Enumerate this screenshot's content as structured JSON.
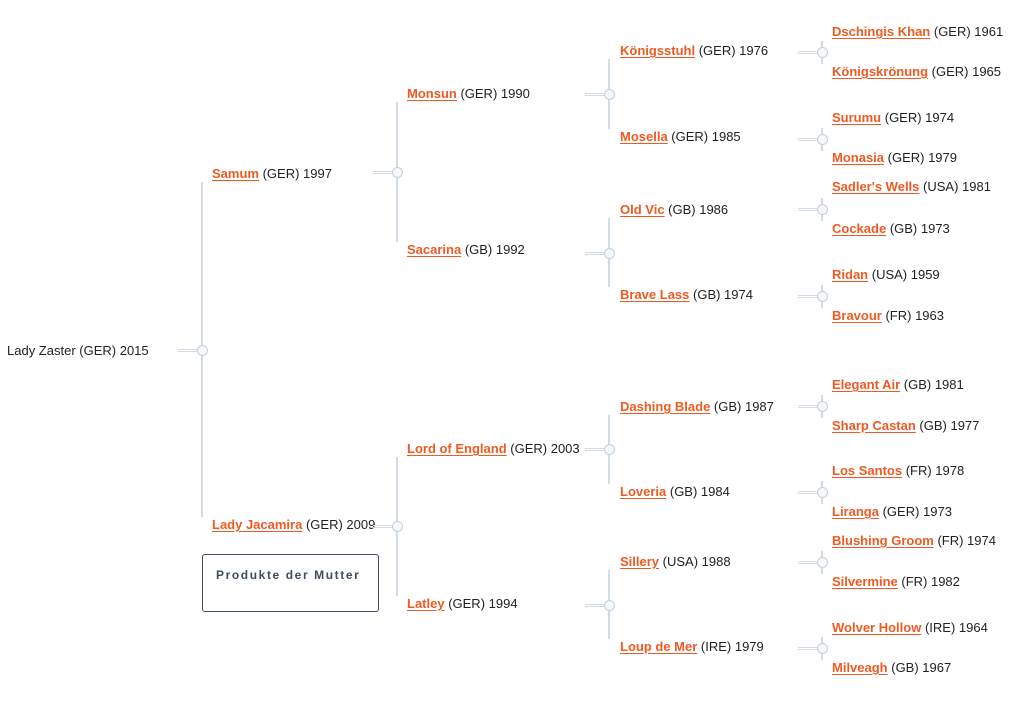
{
  "root": {
    "name": "Lady Zaster",
    "country": "(GER)",
    "year": "2015"
  },
  "gen1": [
    {
      "name": "Samum",
      "country": "(GER)",
      "year": "1997"
    },
    {
      "name": "Lady Jacamira",
      "country": "(GER)",
      "year": "2009"
    }
  ],
  "gen2": [
    {
      "name": "Monsun",
      "country": "(GER)",
      "year": "1990"
    },
    {
      "name": "Sacarina",
      "country": "(GB)",
      "year": "1992"
    },
    {
      "name": "Lord of England",
      "country": "(GER)",
      "year": "2003"
    },
    {
      "name": "Latley",
      "country": "(GER)",
      "year": "1994"
    }
  ],
  "gen3": [
    {
      "name": "Königsstuhl",
      "country": "(GER)",
      "year": "1976"
    },
    {
      "name": "Mosella",
      "country": "(GER)",
      "year": "1985"
    },
    {
      "name": "Old Vic",
      "country": "(GB)",
      "year": "1986"
    },
    {
      "name": "Brave Lass",
      "country": "(GB)",
      "year": "1974"
    },
    {
      "name": "Dashing Blade",
      "country": "(GB)",
      "year": "1987"
    },
    {
      "name": "Loveria",
      "country": "(GB)",
      "year": "1984"
    },
    {
      "name": "Sillery",
      "country": "(USA)",
      "year": "1988"
    },
    {
      "name": "Loup de Mer",
      "country": "(IRE)",
      "year": "1979"
    }
  ],
  "gen4": [
    {
      "name": "Dschingis Khan",
      "country": "(GER)",
      "year": "1961"
    },
    {
      "name": "Königskrönung",
      "country": "(GER)",
      "year": "1965"
    },
    {
      "name": "Surumu",
      "country": "(GER)",
      "year": "1974"
    },
    {
      "name": "Monasia",
      "country": "(GER)",
      "year": "1979"
    },
    {
      "name": "Sadler's Wells",
      "country": "(USA)",
      "year": "1981"
    },
    {
      "name": "Cockade",
      "country": "(GB)",
      "year": "1973"
    },
    {
      "name": "Ridan",
      "country": "(USA)",
      "year": "1959"
    },
    {
      "name": "Bravour",
      "country": "(FR)",
      "year": "1963"
    },
    {
      "name": "Elegant Air",
      "country": "(GB)",
      "year": "1981"
    },
    {
      "name": "Sharp Castan",
      "country": "(GB)",
      "year": "1977"
    },
    {
      "name": "Los Santos",
      "country": "(FR)",
      "year": "1978"
    },
    {
      "name": "Liranga",
      "country": "(GER)",
      "year": "1973"
    },
    {
      "name": "Blushing Groom",
      "country": "(FR)",
      "year": "1974"
    },
    {
      "name": "Silvermine",
      "country": "(FR)",
      "year": "1982"
    },
    {
      "name": "Wolver Hollow",
      "country": "(IRE)",
      "year": "1964"
    },
    {
      "name": "Milveagh",
      "country": "(GB)",
      "year": "1967"
    }
  ],
  "dam_products_button": "Produkte der Mutter"
}
